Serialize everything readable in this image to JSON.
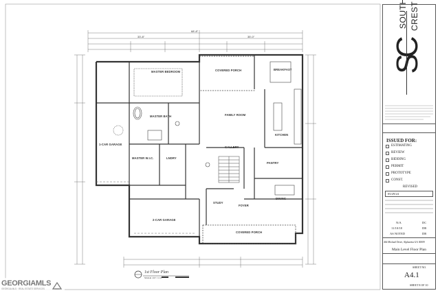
{
  "plan": {
    "title": "1st Floor Plan",
    "scale": "SCALE: 1/4\" = 1'-0\"",
    "rooms": {
      "master_bedroom": "MASTER BEDROOM",
      "covered_porch_rear": "COVERED PORCH",
      "breakfast": "BREAKFAST",
      "family_room": "FAMILY ROOM",
      "kitchen": "KITCHEN",
      "master_bath": "MASTER BATH",
      "one_car_garage": "1-CAR GARAGE",
      "master_wic": "MASTER W.I.C.",
      "laundry": "LNDRY",
      "gallery": "GALLERY",
      "pantry": "PANTRY",
      "foyer": "FOYER",
      "dining": "DINING",
      "study": "STUDY",
      "two_car_garage": "2-CAR GARAGE",
      "covered_porch_front": "COVERED PORCH"
    },
    "dims": {
      "overall_top": "68'-8\"",
      "top_left": "33'-8\"",
      "top_right": "35'-0\""
    }
  },
  "titleblock": {
    "logo_letters": "SC",
    "brand_line1": "SOUTH",
    "brand_line2": "CREST",
    "issued_for": "ISSUED FOR:",
    "issued_items": [
      "ESTIMATING",
      "REVIEW",
      "BIDDING",
      "PERMIT",
      "PROTOTYPE",
      "CONST."
    ],
    "revised_label": "REVISED",
    "revised_date": "05/29/24",
    "info_rows": [
      {
        "left": "N/A",
        "right": "DC"
      },
      {
        "left": "11/10/18",
        "right": "DB"
      },
      {
        "left": "AS NOTED",
        "right": "DB"
      }
    ],
    "address": "464 Michael Drive, Alpharetta GA 30009",
    "sheet_title": "Main Level Floor Plan",
    "sheet_no_label": "SHEET NO.",
    "sheet_no": "A4.1",
    "sheet_count": "SHEET 8 OF 10"
  },
  "watermark": {
    "text": "GEORGIAMLS",
    "sub": "GEORGIA MLS · REAL ESTATE SERVICES"
  },
  "colors": {
    "line": "#3a3a3a",
    "dim": "#666666",
    "watermark": "#888888"
  }
}
